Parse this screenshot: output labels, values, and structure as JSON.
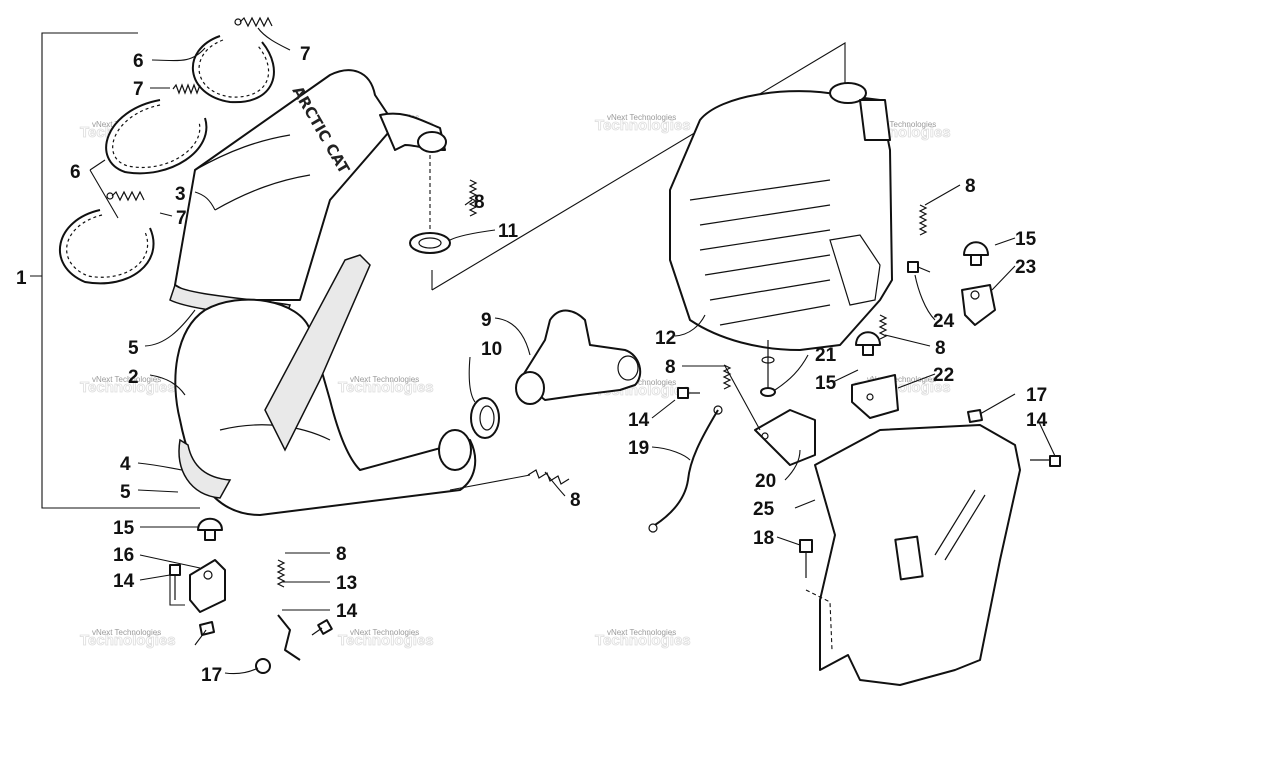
{
  "diagram": {
    "logo_text": "ARCTIC CAT",
    "callouts": {
      "c1": "1",
      "c2": "2",
      "c3": "3",
      "c4": "4",
      "c5a": "5",
      "c5b": "5",
      "c6a": "6",
      "c6b": "6",
      "c7a": "7",
      "c7b": "7",
      "c7c": "7",
      "c8a": "8",
      "c8b": "8",
      "c8c": "8",
      "c8d": "8",
      "c8e": "8",
      "c8f": "8",
      "c9": "9",
      "c10": "10",
      "c11": "11",
      "c12": "12",
      "c13": "13",
      "c14a": "14",
      "c14b": "14",
      "c14c": "14",
      "c14d": "14",
      "c15a": "15",
      "c15b": "15",
      "c15c": "15",
      "c16": "16",
      "c17a": "17",
      "c17b": "17",
      "c18": "18",
      "c19": "19",
      "c20": "20",
      "c21": "21",
      "c22": "22",
      "c23": "23",
      "c24": "24",
      "c25": "25"
    },
    "watermark": {
      "line1": "vNext Technologies",
      "line2": "Technologies"
    }
  }
}
